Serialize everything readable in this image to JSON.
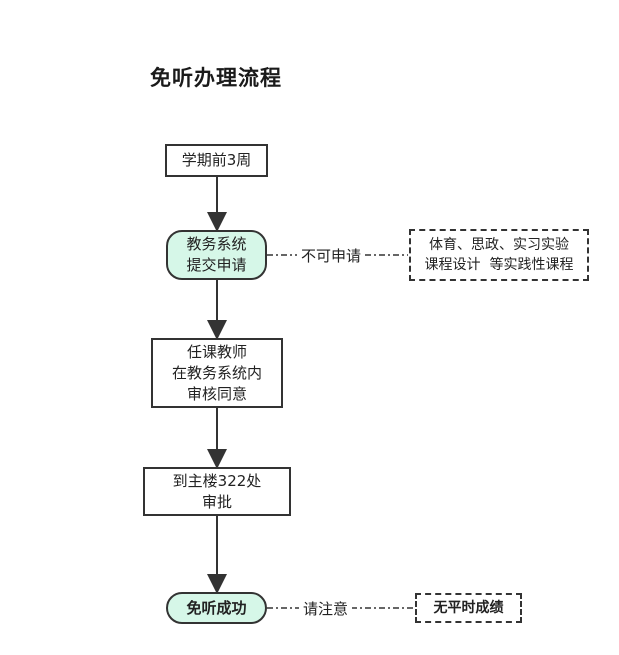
{
  "title": "免听办理流程",
  "nodes": {
    "n1": "学期前3周",
    "n2_line1": "教务系统",
    "n2_line2": "提交申请",
    "n3_line1": "任课教师",
    "n3_line2": "在教务系统内",
    "n3_line3": "审核同意",
    "n4_line1": "到主楼322处",
    "n4_line2": "审批",
    "n5": "免听成功"
  },
  "side_notes": {
    "not_allowed_label": "不可申请",
    "not_allowed_line1": "体育、思政、实习实验",
    "not_allowed_line2": "课程设计  等实践性课程",
    "attention_label": "请注意",
    "attention_text": "无平时成绩"
  },
  "colors": {
    "pill_fill": "#d6f7e8",
    "stroke": "#333333"
  }
}
